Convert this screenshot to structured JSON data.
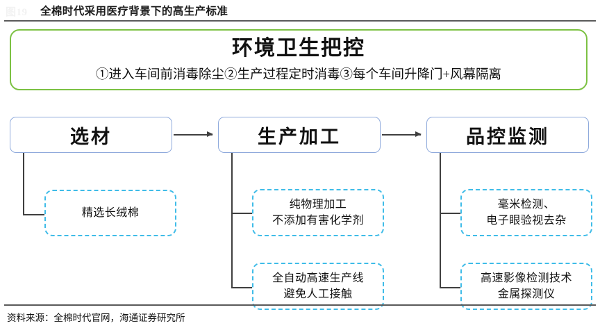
{
  "header": {
    "figure_label": "图19",
    "title": "全棉时代采用医疗背景下的高生产标准"
  },
  "banner": {
    "title": "环境卫生把控",
    "subtitle": "①进入车间前消毒除尘②生产过程定时消毒③每个车间升降门+风幕隔离",
    "border_color": "#7cc143"
  },
  "flow": {
    "box_border_color": "#8faadc",
    "detail_border_color": "#3fbce8",
    "connector_color": "#3f3f3f",
    "stages": [
      {
        "label": "选材",
        "details": [
          {
            "lines": [
              "精选长绒棉"
            ]
          }
        ]
      },
      {
        "label": "生产加工",
        "details": [
          {
            "lines": [
              "纯物理加工",
              "不添加有害化学剂"
            ]
          },
          {
            "lines": [
              "全自动高速生产线",
              "避免人工接触"
            ]
          }
        ]
      },
      {
        "label": "品控监测",
        "details": [
          {
            "lines": [
              "毫米检测、",
              "电子眼验视去杂"
            ]
          },
          {
            "lines": [
              "高速影像检测技术",
              "金属探测仪"
            ]
          }
        ]
      }
    ]
  },
  "footer": {
    "source": "资料来源：全棉时代官网，海通证券研究所"
  }
}
